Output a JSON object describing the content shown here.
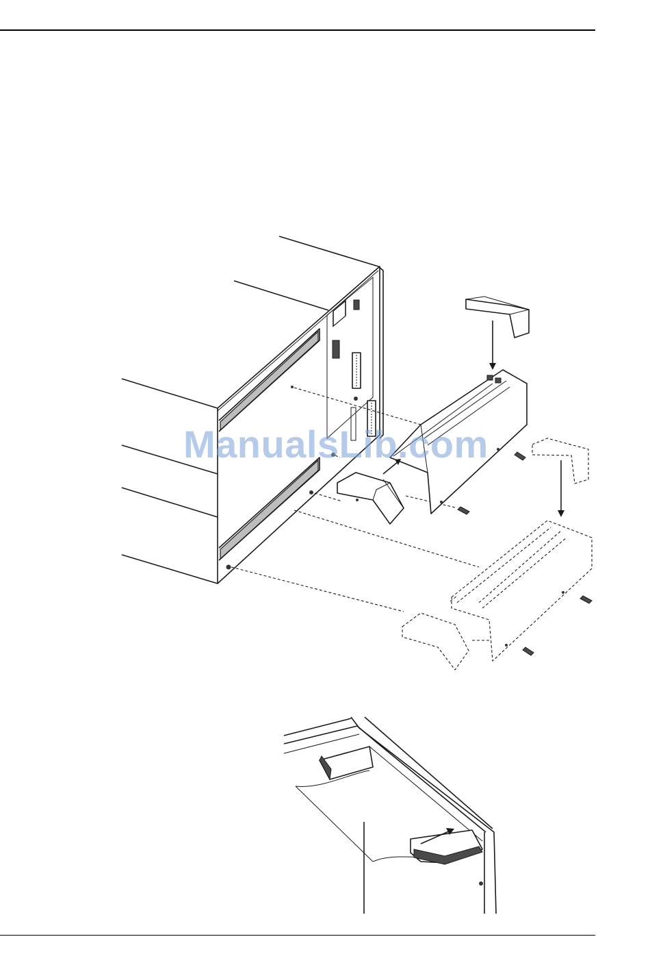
{
  "watermark": {
    "text": "ManualsLib.com"
  },
  "figures": [
    {
      "id": "figure-1",
      "icon": "cover-assembly-exploded-illustration"
    },
    {
      "id": "figure-2",
      "icon": "paper-guide-insertion-illustration"
    }
  ]
}
